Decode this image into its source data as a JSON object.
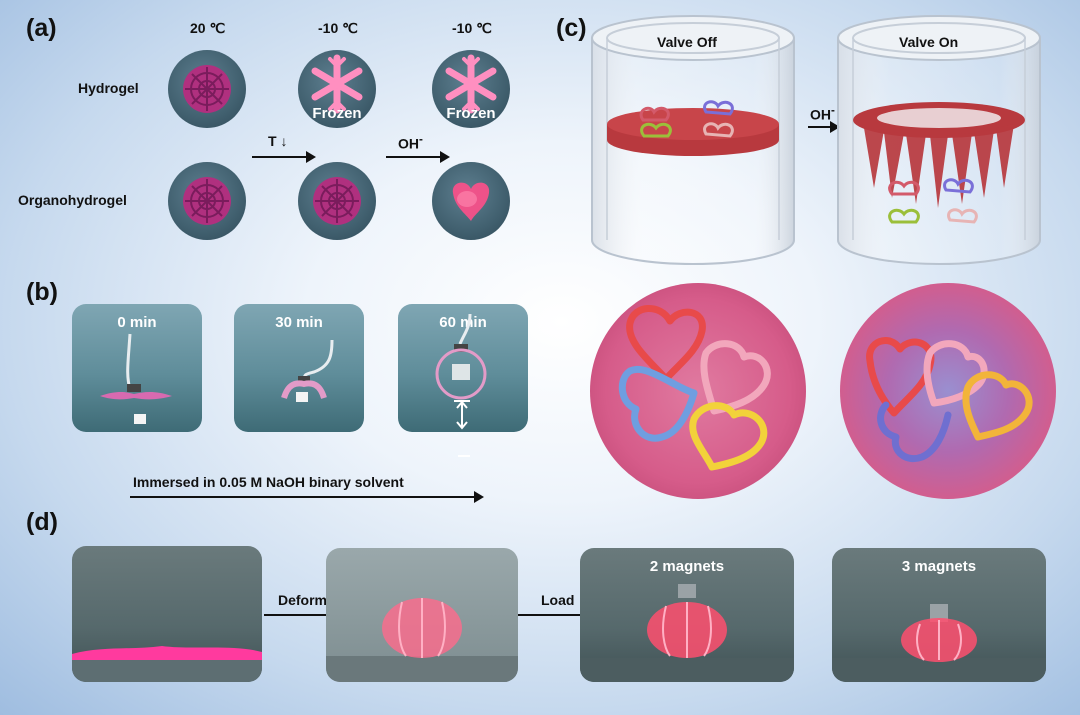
{
  "panel_labels": {
    "a": "(a)",
    "b": "(b)",
    "c": "(c)",
    "d": "(d)"
  },
  "panel_a": {
    "temps": [
      "20 ℃",
      "-10 ℃",
      "-10 ℃"
    ],
    "row_labels": [
      "Hydrogel",
      "Organohydrogel"
    ],
    "arrow_labels": [
      "T ↓",
      "OH"
    ],
    "superscript": "-",
    "frozen_label": "Frozen"
  },
  "panel_b": {
    "times": [
      "0 min",
      "30 min",
      "60 min"
    ],
    "caption": "Immersed in 0.05 M NaOH binary solvent"
  },
  "panel_c": {
    "valve_off": "Valve Off",
    "valve_on": "Valve On",
    "arrow_label": "OH",
    "superscript": "-"
  },
  "panel_d": {
    "arrow_labels": [
      "Deform",
      "Load"
    ],
    "tile_labels": [
      "2 magnets",
      "3 magnets"
    ]
  },
  "colors": {
    "gel_pink": "#ff5fae",
    "disk_red": "#c8454a",
    "heart_colors": [
      "#e84a4a",
      "#f0a0b0",
      "#5f8fe0",
      "#f0d030"
    ]
  }
}
